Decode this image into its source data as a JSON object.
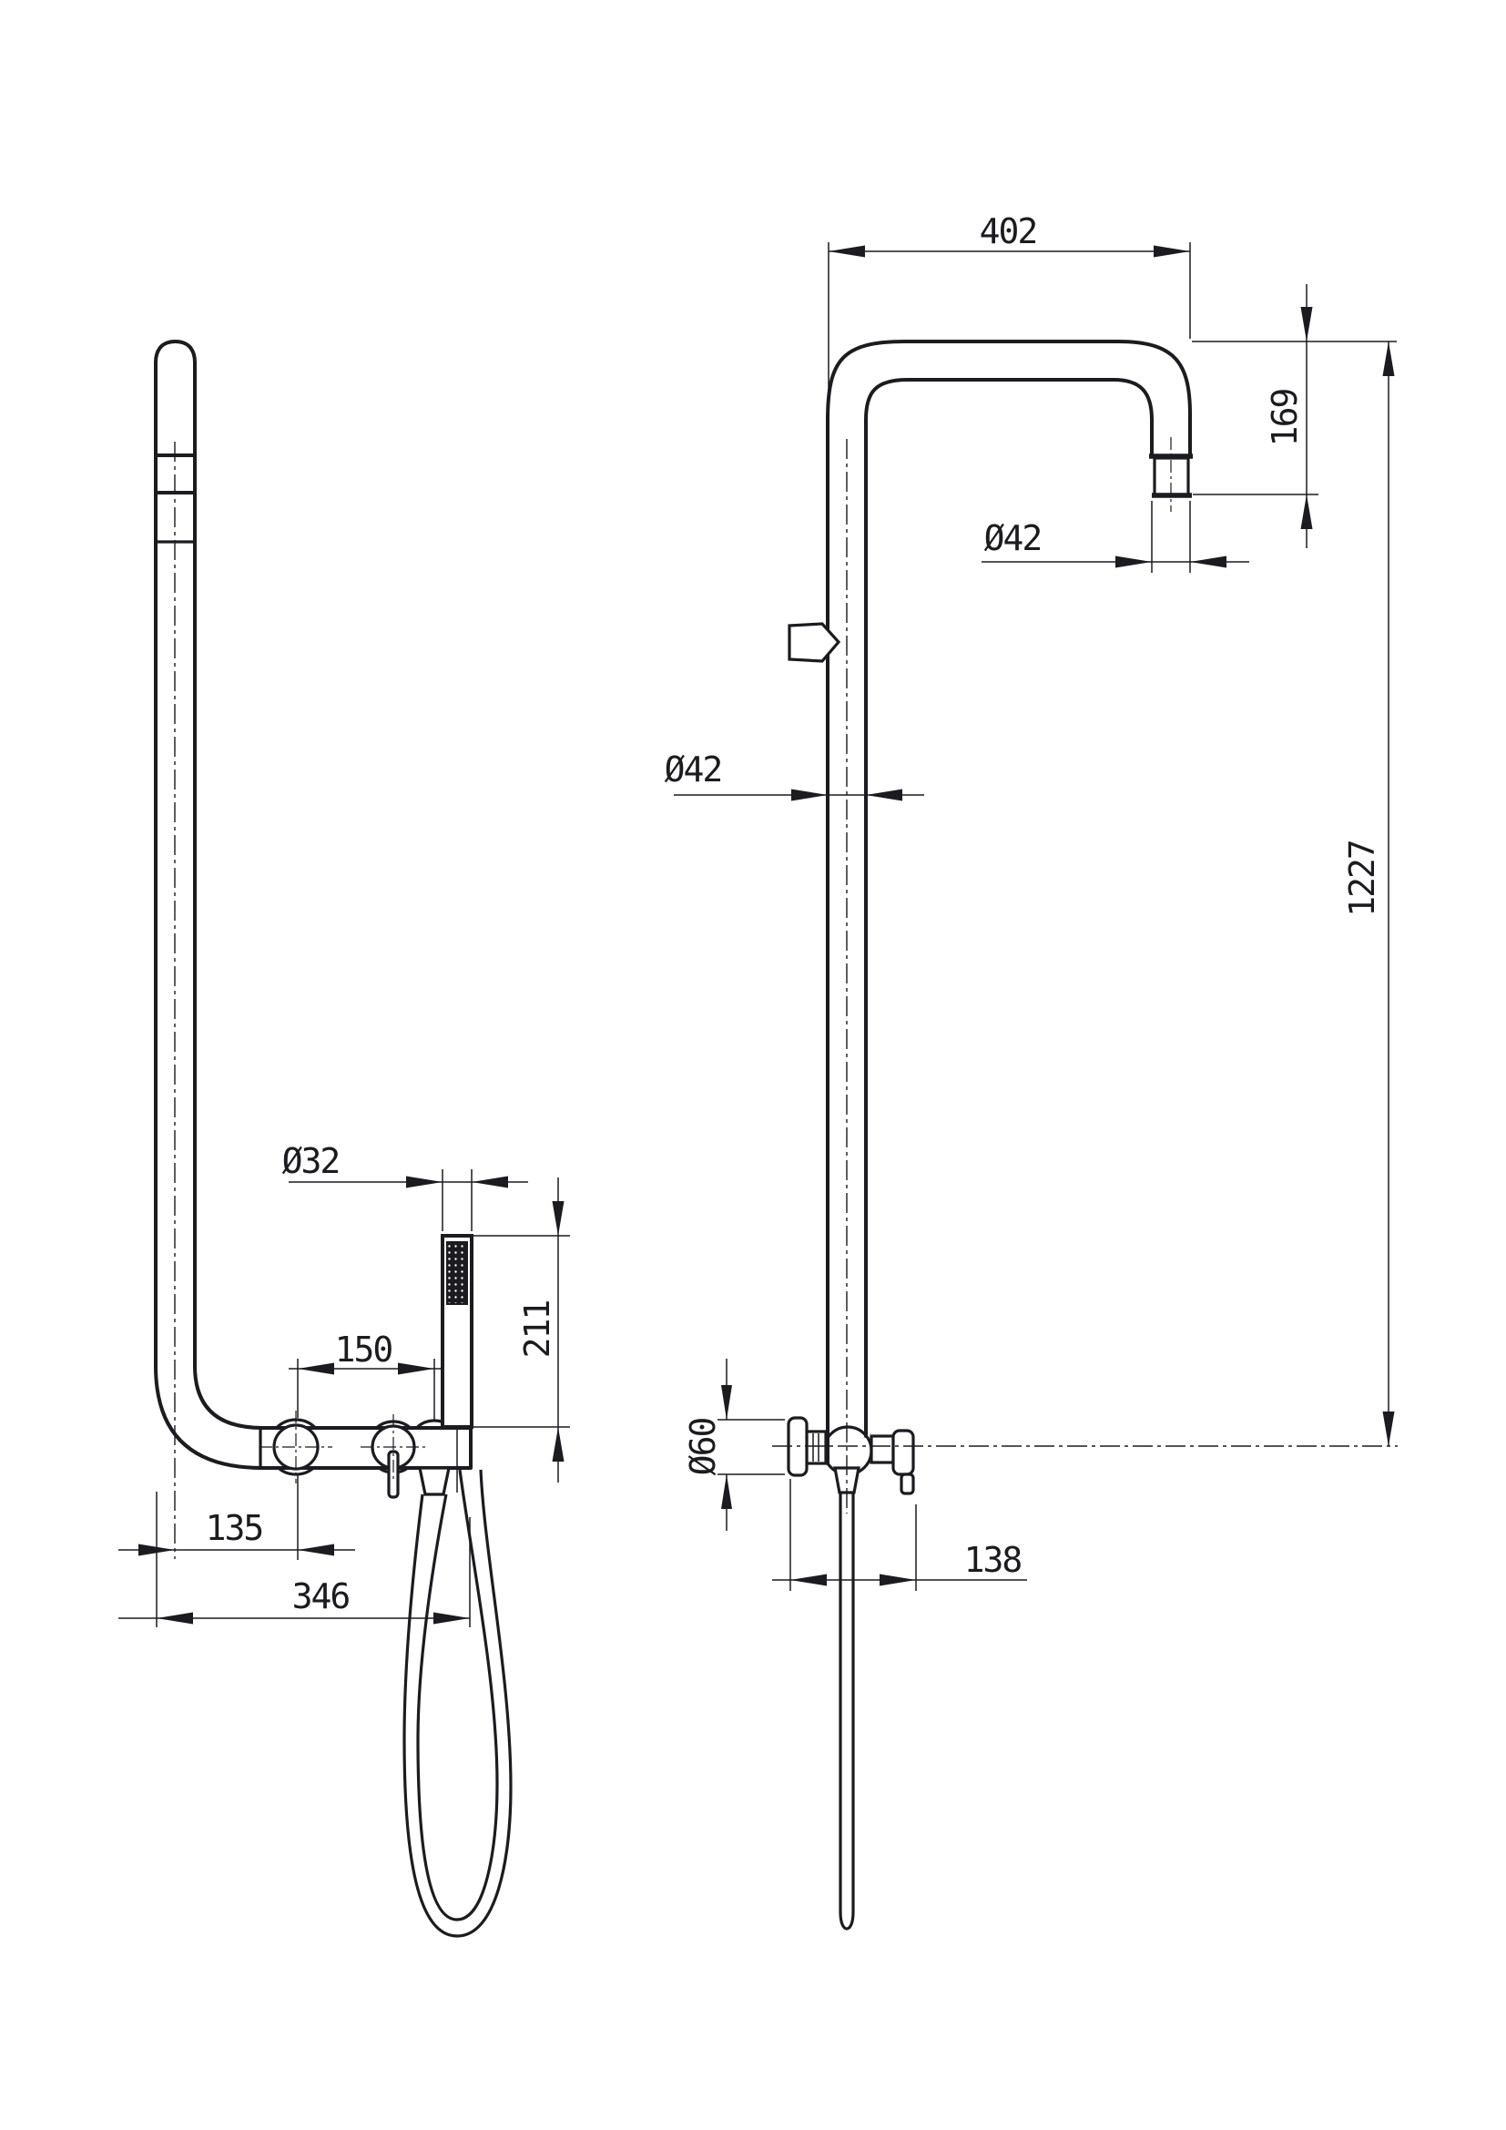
{
  "drawing": {
    "kind": "technical-dimension-drawing",
    "subject": "shower column with hand shower, two orthographic views",
    "views": {
      "left": "side view",
      "right": "front view"
    }
  },
  "dimensions": {
    "front_view": {
      "top_width": "402",
      "spout_drop": "169",
      "spout_diameter": "Ø42",
      "column_diameter": "Ø42",
      "overall_height": "1227",
      "flange_diameter": "Ø60",
      "wall_clearance": "138"
    },
    "side_view": {
      "handshower_diameter": "Ø32",
      "handshower_length": "211",
      "outlet_spacing": "150",
      "knob_offset": "135",
      "overall_depth": "346"
    }
  }
}
